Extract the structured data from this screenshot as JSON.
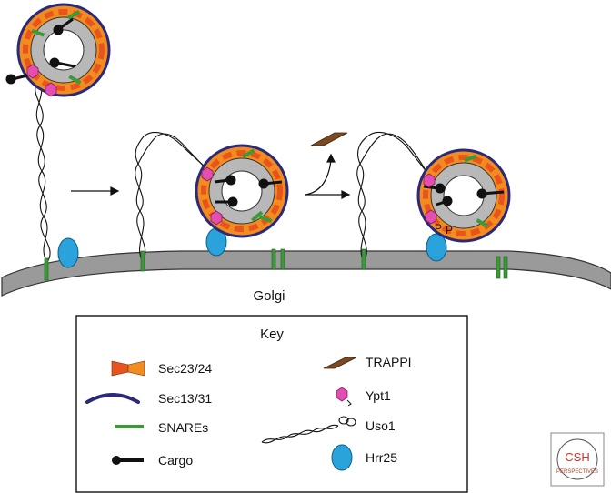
{
  "golgi_label": "Golgi",
  "key": {
    "title": "Key",
    "items": [
      {
        "label": "Sec23/24",
        "icon": "sec23-24-icon"
      },
      {
        "label": "Sec13/31",
        "icon": "sec13-31-icon"
      },
      {
        "label": "SNAREs",
        "icon": "snare-icon"
      },
      {
        "label": "Cargo",
        "icon": "cargo-icon"
      },
      {
        "label": "TRAPPI",
        "icon": "trappi-icon"
      },
      {
        "label": "Ypt1",
        "icon": "ypt1-icon"
      },
      {
        "label": "Uso1",
        "icon": "uso1-icon"
      },
      {
        "label": "Hrr25",
        "icon": "hrr25-icon"
      }
    ]
  },
  "phospho_label": "P",
  "logo": {
    "top": "CSH",
    "bottom": "PERSPECTIVES"
  },
  "colors": {
    "sec23_24": "#f28c1f",
    "sec23_24_dark": "#e8541e",
    "sec13_31": "#2b2a7a",
    "snare": "#3a9a3a",
    "cargo": "#111111",
    "trappi": "#7a4a22",
    "ypt1": "#e24fb0",
    "hrr25": "#2aa3dd",
    "golgi": "#9a9a9a",
    "vesicle_core": "#b8b8b8"
  }
}
